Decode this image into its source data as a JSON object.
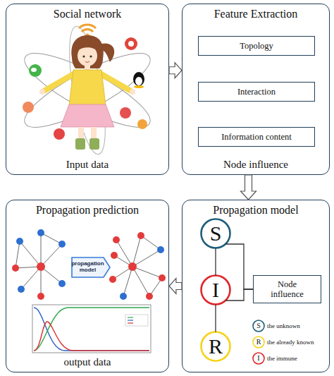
{
  "diagram": {
    "nodes": [
      {
        "text": [
          "Social network",
          "Input data"
        ]
      },
      {
        "text": [
          "Feature Extraction",
          "Node influence"
        ]
      },
      {
        "text": [
          "Topology"
        ],
        "in": 1
      },
      {
        "text": [
          "Interaction"
        ],
        "in": 1
      },
      {
        "text": [
          "Information content"
        ],
        "in": 1
      },
      {
        "text": [
          "Propagation prediction",
          "output data"
        ]
      },
      {
        "text": [
          "propagation model"
        ],
        "in": 5
      },
      {
        "text": [
          "Propagation model"
        ]
      },
      {
        "text": [
          "S"
        ],
        "in": 7
      },
      {
        "text": [
          "I"
        ],
        "in": 7
      },
      {
        "text": [
          "Node influence"
        ],
        "in": 7
      },
      {
        "text": [
          "R"
        ],
        "in": 7
      }
    ],
    "edges": [
      {
        "from": 0,
        "to": 1,
        "arrow": "to"
      },
      {
        "from": 1,
        "to": 7,
        "arrow": "to"
      },
      {
        "from": 7,
        "to": 5,
        "arrow": "to"
      },
      {
        "from": 8,
        "to": 9,
        "arrow": "none"
      },
      {
        "from": 9,
        "to": 11,
        "arrow": "none"
      },
      {
        "from": 8,
        "to": 10,
        "arrow": "none"
      },
      {
        "from": 9,
        "to": 10,
        "arrow": "none"
      }
    ],
    "labels": [
      "S",
      "R",
      "I"
    ],
    "legend": [
      {
        "text": "the unknown"
      },
      {
        "text": "the already known"
      },
      {
        "text": "the immune"
      }
    ]
  }
}
